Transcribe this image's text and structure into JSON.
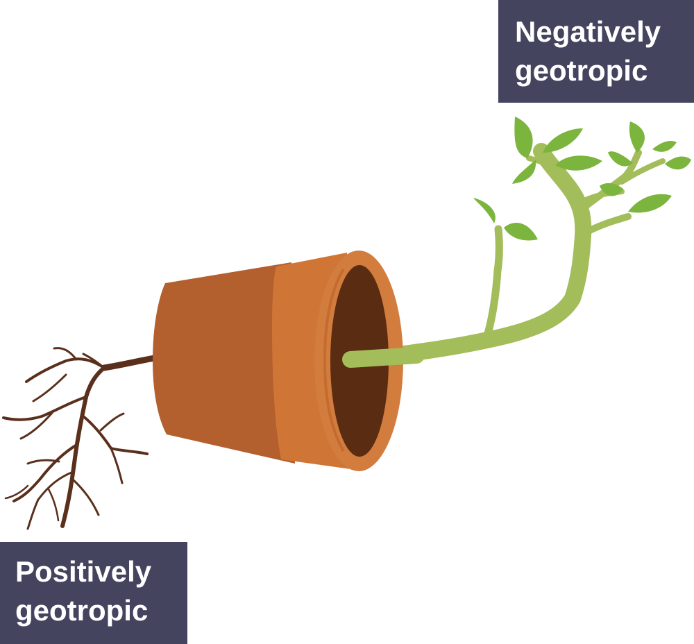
{
  "labels": {
    "negative": {
      "line1": "Negatively",
      "line2": "geotropic"
    },
    "positive": {
      "line1": "Positively",
      "line2": "geotropic"
    }
  },
  "colors": {
    "label_bg": "#45445f",
    "label_text": "#ffffff",
    "pot_body": "#b35f2e",
    "pot_rim": "#cf7637",
    "soil": "#5a2c12",
    "stem": "#a2bd5a",
    "leaf": "#7cb53d",
    "root": "#5a2f1c"
  },
  "icons": [
    "flower-pot-icon",
    "shoot-icon",
    "roots-icon"
  ]
}
